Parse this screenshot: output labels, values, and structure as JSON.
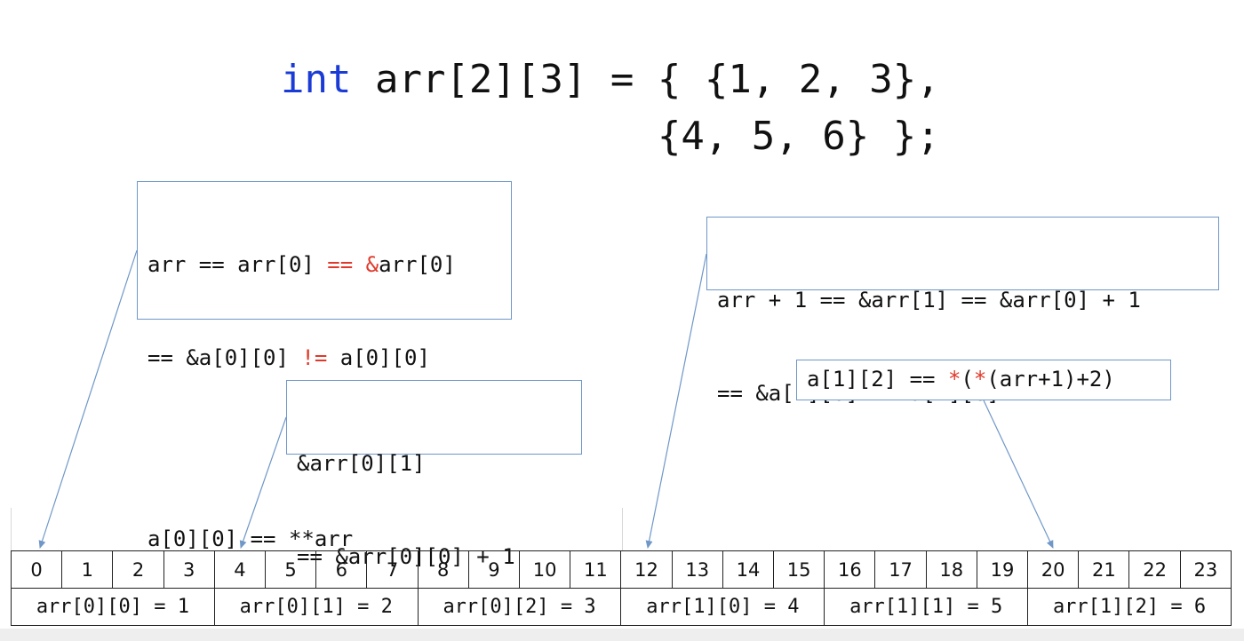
{
  "title": {
    "keyword": "int",
    "line1": " arr[2][3] = { {1, 2, 3},",
    "line2": "{4, 5, 6} };"
  },
  "box1": {
    "line1_a": "arr == arr[0] ",
    "line1_b": "== &",
    "line1_c": "arr[0]",
    "line2_a": "== &a[0][0] ",
    "line2_b": "!=",
    "line2_c": " a[0][0]",
    "line3": "a[0][0] == **arr"
  },
  "box2": {
    "line1": "&arr[0][1]",
    "line2": "== &arr[0][0] + 1"
  },
  "box3": {
    "line1": "arr + 1 == &arr[1] == &arr[0] + 1",
    "line2": "== &a[1][0] != a[1][0]"
  },
  "box4": {
    "part_a": "a[1][2] == ",
    "part_b": "*",
    "part_c": "(",
    "part_d": "*",
    "part_e": "(arr+1)+2)"
  },
  "memory": {
    "addresses": [
      "0",
      "1",
      "2",
      "3",
      "4",
      "5",
      "6",
      "7",
      "8",
      "9",
      "10",
      "11",
      "12",
      "13",
      "14",
      "15",
      "16",
      "17",
      "18",
      "19",
      "20",
      "21",
      "22",
      "23"
    ],
    "elements": [
      "arr[0][0] = 1",
      "arr[0][1] = 2",
      "arr[0][2] = 3",
      "arr[1][0] = 4",
      "arr[1][1] = 5",
      "arr[1][2] = 6"
    ]
  },
  "colors": {
    "keyword": "#1a3bd6",
    "highlight": "#e0392b",
    "box_border": "#6f97c8",
    "arrow": "#6f97c8"
  }
}
